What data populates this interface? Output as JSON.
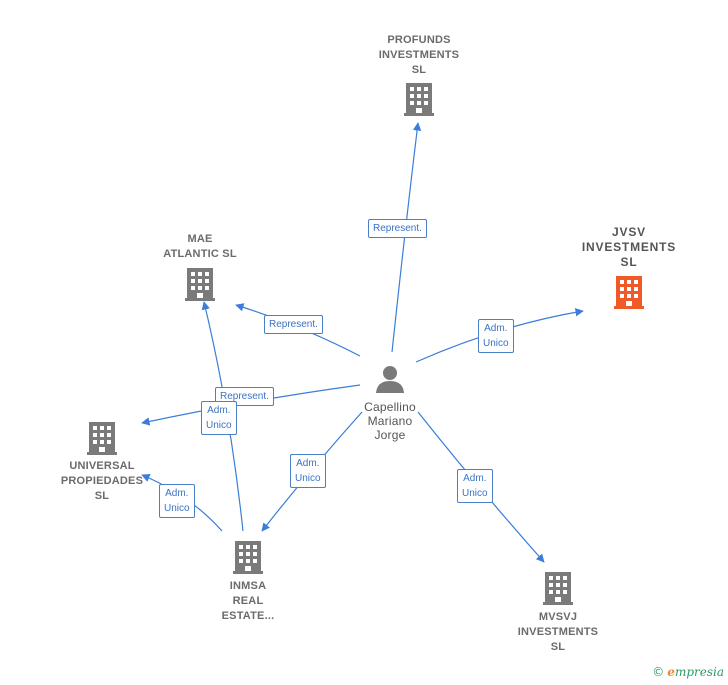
{
  "center": {
    "label": "Capellino\nMariano\nJorge",
    "icon": "person-icon"
  },
  "nodes": {
    "profunds": {
      "label": "PROFUNDS\nINVESTMENTS\nSL",
      "icon": "building-icon"
    },
    "mae": {
      "label": "MAE\nATLANTIC  SL",
      "icon": "building-icon"
    },
    "jvsv": {
      "label": "JVSV\nINVESTMENTS\nSL",
      "icon": "building-icon",
      "color": "#f05a28"
    },
    "universal": {
      "label": "UNIVERSAL\nPROPIEDADES\nSL",
      "icon": "building-icon"
    },
    "inmsa": {
      "label": "INMSA\nREAL\nESTATE...",
      "icon": "building-icon"
    },
    "mvsvj": {
      "label": "MVSVJ\nINVESTMENTS\nSL",
      "icon": "building-icon"
    }
  },
  "edges": {
    "to_profunds": "Represent.",
    "to_mae": "Represent.",
    "to_universal": "Represent.",
    "to_jvsv": "Adm.\nUnico",
    "to_inmsa": "Adm.\nUnico",
    "to_mvsvj": "Adm.\nUnico",
    "inmsa_to_universal": "Adm.\nUnico",
    "inmsa_to_mae": "Adm.\nUnico"
  },
  "colors": {
    "edge": "#3b7dd8",
    "building": "#7a7a7a",
    "highlight": "#f05a28"
  },
  "brand": {
    "copyright": "©",
    "name": "mpresia",
    "initial": "e"
  }
}
